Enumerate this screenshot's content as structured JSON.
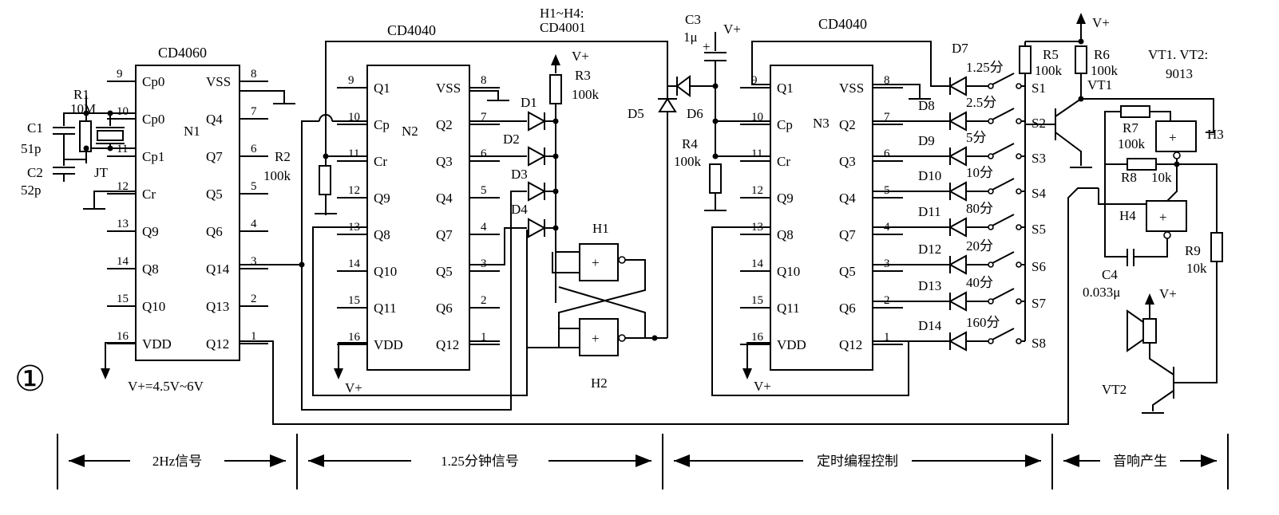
{
  "figure_number": "①",
  "ics": {
    "n1": {
      "type": "CD4060",
      "name": "N1",
      "left_pins": [
        {
          "num": "9",
          "name": "Cp0"
        },
        {
          "num": "10",
          "name": "Cp0"
        },
        {
          "num": "11",
          "name": "Cp1"
        },
        {
          "num": "12",
          "name": "Cr"
        },
        {
          "num": "13",
          "name": "Q9"
        },
        {
          "num": "14",
          "name": "Q8"
        },
        {
          "num": "15",
          "name": "Q10"
        },
        {
          "num": "16",
          "name": "VDD"
        }
      ],
      "right_pins": [
        {
          "num": "8",
          "name": "VSS"
        },
        {
          "num": "7",
          "name": "Q4"
        },
        {
          "num": "6",
          "name": "Q7"
        },
        {
          "num": "5",
          "name": "Q5"
        },
        {
          "num": "4",
          "name": "Q6"
        },
        {
          "num": "3",
          "name": "Q14"
        },
        {
          "num": "2",
          "name": "Q13"
        },
        {
          "num": "1",
          "name": "Q12"
        }
      ]
    },
    "n2": {
      "type": "CD4040",
      "name": "N2",
      "left_pins": [
        {
          "num": "9",
          "name": "Q1"
        },
        {
          "num": "10",
          "name": "Cp"
        },
        {
          "num": "11",
          "name": "Cr"
        },
        {
          "num": "12",
          "name": "Q9"
        },
        {
          "num": "13",
          "name": "Q8"
        },
        {
          "num": "14",
          "name": "Q10"
        },
        {
          "num": "15",
          "name": "Q11"
        },
        {
          "num": "16",
          "name": "VDD"
        }
      ],
      "right_pins": [
        {
          "num": "8",
          "name": "VSS"
        },
        {
          "num": "7",
          "name": "Q2"
        },
        {
          "num": "6",
          "name": "Q3"
        },
        {
          "num": "5",
          "name": "Q4"
        },
        {
          "num": "4",
          "name": "Q7"
        },
        {
          "num": "3",
          "name": "Q5"
        },
        {
          "num": "2",
          "name": "Q6"
        },
        {
          "num": "1",
          "name": "Q12"
        }
      ]
    },
    "n3": {
      "type": "CD4040",
      "name": "N3",
      "left_pins": [
        {
          "num": "9",
          "name": "Q1"
        },
        {
          "num": "10",
          "name": "Cp"
        },
        {
          "num": "11",
          "name": "Cr"
        },
        {
          "num": "12",
          "name": "Q9"
        },
        {
          "num": "13",
          "name": "Q8"
        },
        {
          "num": "14",
          "name": "Q10"
        },
        {
          "num": "15",
          "name": "Q11"
        },
        {
          "num": "16",
          "name": "VDD"
        }
      ],
      "right_pins": [
        {
          "num": "8",
          "name": "VSS"
        },
        {
          "num": "7",
          "name": "Q2"
        },
        {
          "num": "6",
          "name": "Q3"
        },
        {
          "num": "5",
          "name": "Q4"
        },
        {
          "num": "4",
          "name": "Q7"
        },
        {
          "num": "3",
          "name": "Q5"
        },
        {
          "num": "2",
          "name": "Q6"
        },
        {
          "num": "1",
          "name": "Q12"
        }
      ]
    }
  },
  "components": {
    "r1": {
      "name": "R1",
      "value": "10M"
    },
    "c1": {
      "name": "C1",
      "value": "51p"
    },
    "c2": {
      "name": "C2",
      "value": "52p"
    },
    "jt": {
      "name": "JT"
    },
    "r2": {
      "name": "R2",
      "value": "100k"
    },
    "r3": {
      "name": "R3",
      "value": "100k"
    },
    "r4": {
      "name": "R4",
      "value": "100k"
    },
    "r5": {
      "name": "R5",
      "value": "100k"
    },
    "r6": {
      "name": "R6",
      "value": "100k"
    },
    "r7": {
      "name": "R7",
      "value": "100k"
    },
    "r8": {
      "name": "R8",
      "value": "10k"
    },
    "r9": {
      "name": "R9",
      "value": "10k"
    },
    "c3": {
      "name": "C3",
      "value": "1μ"
    },
    "c4": {
      "name": "C4",
      "value": "0.033μ"
    },
    "vt1": {
      "name": "VT1"
    },
    "vt2": {
      "name": "VT2"
    },
    "transistor_note": "VT1. VT2:",
    "transistor_model": "9013",
    "gates_note": "H1~H4:",
    "gates_model": "CD4001",
    "gates": [
      "H1",
      "H2",
      "H3",
      "H4"
    ],
    "gate_symbol": "+",
    "supply": "V+",
    "supply_range": "V+=4.5V~6V"
  },
  "diodes": {
    "d1": "D1",
    "d2": "D2",
    "d3": "D3",
    "d4": "D4",
    "d5": "D5",
    "d6": "D6",
    "d7": "D7",
    "d8": "D8",
    "d9": "D9",
    "d10": "D10",
    "d11": "D11",
    "d12": "D12",
    "d13": "D13",
    "d14": "D14"
  },
  "switches": [
    {
      "name": "S1",
      "time": "1.25分"
    },
    {
      "name": "S2",
      "time": "2.5分"
    },
    {
      "name": "S3",
      "time": "5分"
    },
    {
      "name": "S4",
      "time": "10分"
    },
    {
      "name": "S5",
      "time": "80分"
    },
    {
      "name": "S6",
      "time": "20分"
    },
    {
      "name": "S7",
      "time": "40分"
    },
    {
      "name": "S8",
      "time": "160分"
    }
  ],
  "sections": [
    {
      "label": "2Hz信号"
    },
    {
      "label": "1.25分钟信号"
    },
    {
      "label": "定时编程控制"
    },
    {
      "label": "音响产生"
    }
  ]
}
